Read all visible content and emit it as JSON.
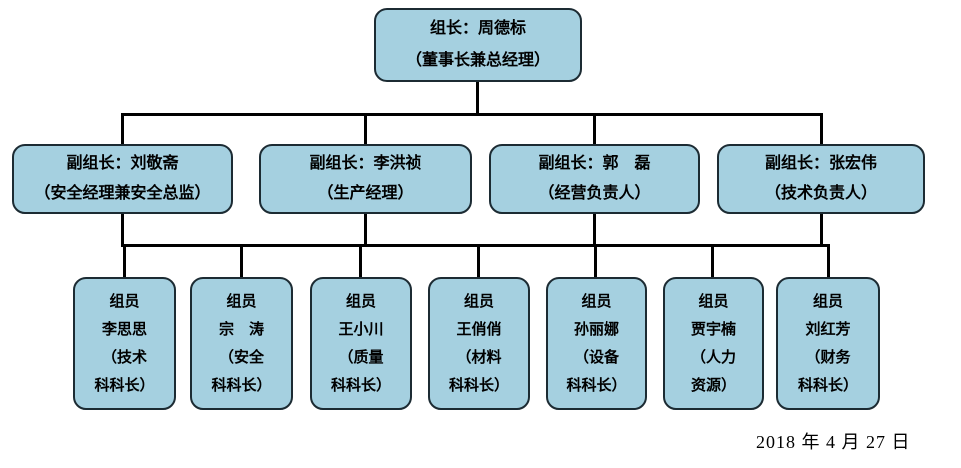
{
  "org_chart": {
    "leader": {
      "text": "组长：周德标\n（董事长兼总经理）"
    },
    "deputies": [
      {
        "text": "副组长：刘敬斋\n（安全经理兼安全总监）"
      },
      {
        "text": "副组长：李洪祯\n（生产经理）"
      },
      {
        "text": "副组长：郭　磊\n（经营负责人）"
      },
      {
        "text": "副组长：张宏伟\n（技术负责人）"
      }
    ],
    "members": [
      {
        "text": "组员\n李思思\n（技术\n科科长）"
      },
      {
        "text": "组员\n宗　涛\n（安全\n科科长）"
      },
      {
        "text": "组员\n王小川\n（质量\n科科长）"
      },
      {
        "text": "组员\n王俏俏\n（材料\n科科长）"
      },
      {
        "text": "组员\n孙丽娜\n（设备\n科科长）"
      },
      {
        "text": "组员\n贾宇楠\n（人力\n资源）"
      },
      {
        "text": "组员\n刘红芳\n（财务\n科科长）"
      }
    ],
    "date": "2018 年 4 月 27 日",
    "colors": {
      "box_fill": "#a5d0e0",
      "box_border": "#1c2b33",
      "line_color": "#000000"
    }
  }
}
